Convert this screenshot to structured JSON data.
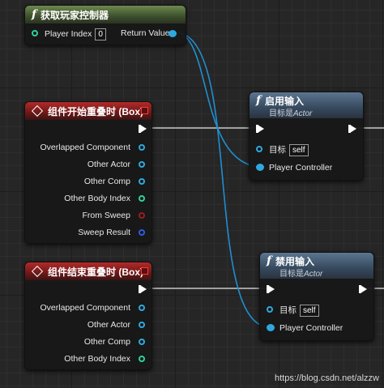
{
  "get_player_controller": {
    "title": "获取玩家控制器",
    "input_label": "Player Index",
    "input_value": "0",
    "output_label": "Return Value"
  },
  "begin_overlap": {
    "title": "组件开始重叠时 (Box)",
    "pins": [
      {
        "label": "Overlapped Component",
        "color": "#2fa8e0"
      },
      {
        "label": "Other Actor",
        "color": "#2fa8e0"
      },
      {
        "label": "Other Comp",
        "color": "#2fa8e0"
      },
      {
        "label": "Other Body Index",
        "color": "#2fd19a"
      },
      {
        "label": "From Sweep",
        "color": "#9b1d1d"
      },
      {
        "label": "Sweep Result",
        "color": "#2f5be0"
      }
    ]
  },
  "end_overlap": {
    "title": "组件结束重叠时 (Box)",
    "pins": [
      {
        "label": "Overlapped Component",
        "color": "#2fa8e0"
      },
      {
        "label": "Other Actor",
        "color": "#2fa8e0"
      },
      {
        "label": "Other Comp",
        "color": "#2fa8e0"
      },
      {
        "label": "Other Body Index",
        "color": "#2fd19a"
      }
    ]
  },
  "enable_input": {
    "title": "启用输入",
    "subtitle_prefix": "目标是",
    "subtitle_class": "Actor",
    "target_label": "目标",
    "target_value": "self",
    "controller_label": "Player Controller"
  },
  "disable_input": {
    "title": "禁用输入",
    "subtitle_prefix": "目标是",
    "subtitle_class": "Actor",
    "target_label": "目标",
    "target_value": "self",
    "controller_label": "Player Controller"
  },
  "watermark": "https://blog.csdn.net/alzzw",
  "colors": {
    "object_pin": "#2fa8e0",
    "wire": "#1f8fd0",
    "exec_wire": "#c8c8c8"
  },
  "icons": [
    "function-icon",
    "event-diamond-icon",
    "exec-pin-icon"
  ]
}
